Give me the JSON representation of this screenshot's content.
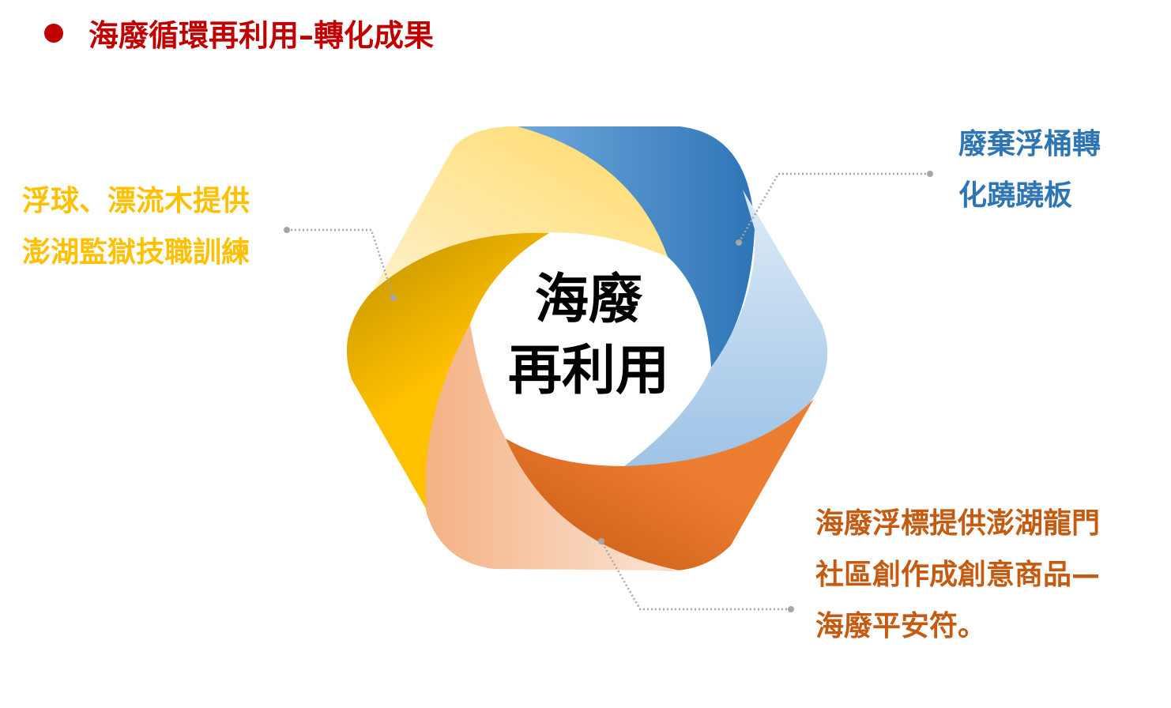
{
  "title": "海廢循環再利用–轉化成果",
  "center": {
    "line1": "海廢",
    "line2": "再利用"
  },
  "callouts": {
    "yellow": [
      "浮球、漂流木提供",
      "澎湖監獄技職訓練"
    ],
    "blue": [
      "廢棄浮桶轉",
      "化蹺蹺板"
    ],
    "orange": [
      "海廢浮標提供澎湖龍門",
      "社區創作成創意商品—",
      "海廢平安符。"
    ]
  },
  "colors": {
    "title": "#c00000",
    "yellow": "#ffc000",
    "blue": "#2e75b6",
    "orange": "#c55a11"
  }
}
